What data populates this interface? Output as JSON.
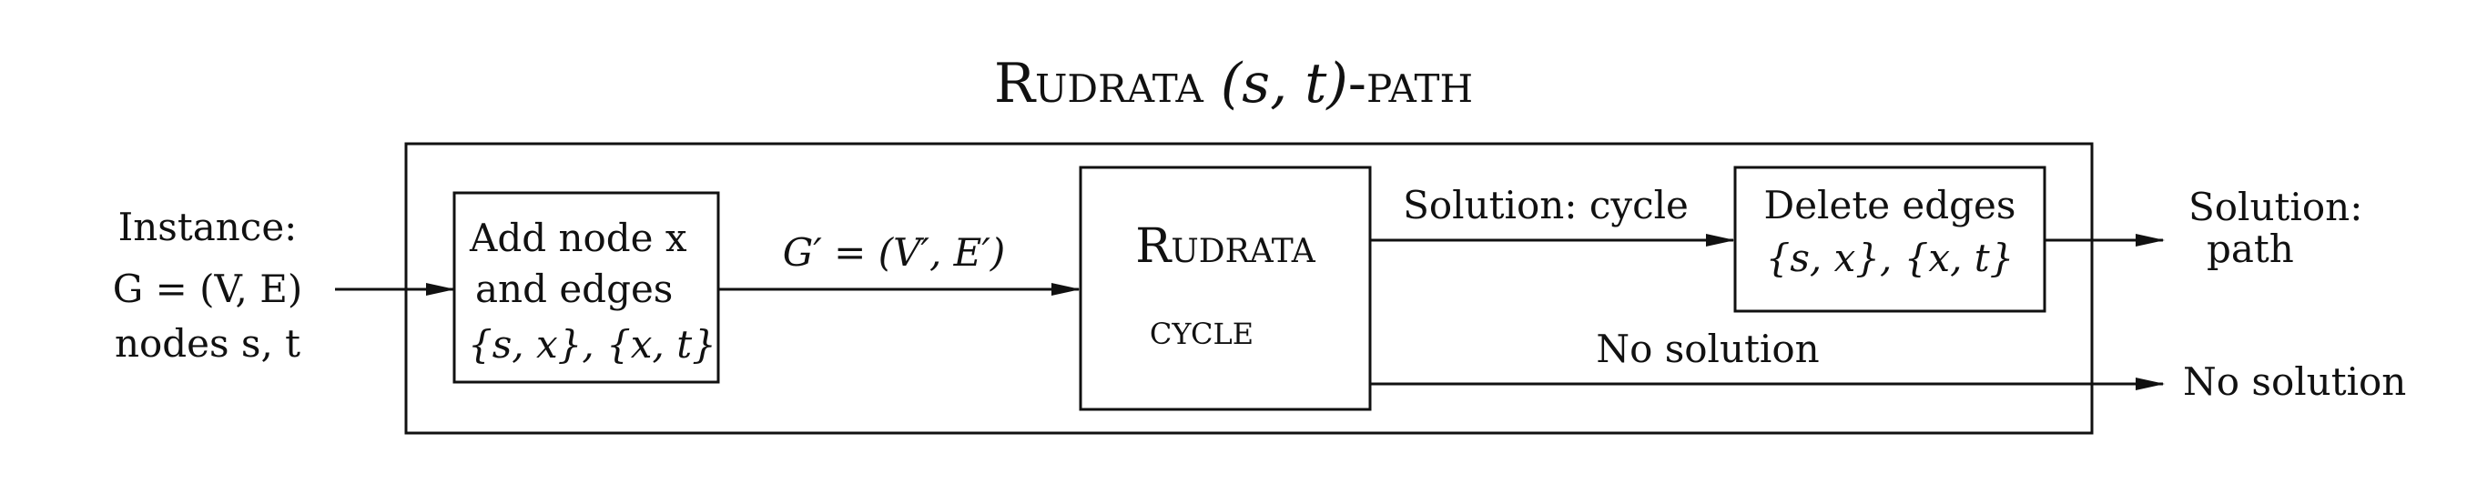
{
  "title": {
    "prefix": "Rudrata ",
    "math": "(s, t)",
    "suffix": "-path"
  },
  "input_label": {
    "line1": "Instance:",
    "line2": "G = (V, E)",
    "line3": "nodes s, t"
  },
  "add_node_box": {
    "line1": "Add node x",
    "line2": "and edges",
    "line3": "{s, x}, {x, t}"
  },
  "graph_label": "G′ = (V′, E′)",
  "cycle_box": {
    "line1": "Rudrata",
    "line2": "cycle"
  },
  "solution_cycle_label": "Solution: cycle",
  "delete_box": {
    "line1": "Delete edges",
    "line2": "{s, x}, {x, t}"
  },
  "output_path": {
    "line1": "Solution:",
    "line2": "path"
  },
  "no_solution_inner": "No solution",
  "no_solution_output": "No solution"
}
